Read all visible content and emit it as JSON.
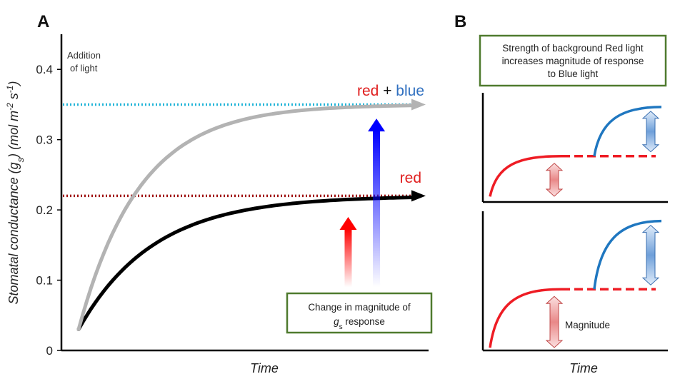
{
  "chart_data": [
    {
      "panel": "A",
      "type": "line",
      "xlabel": "Time",
      "ylabel_main": "Stomatal conductance (",
      "ylabel_sym": "g",
      "ylabel_sub": "s",
      "ylabel_units": ") (mol m",
      "ylabel_exp1": "-2",
      "ylabel_mid": " s",
      "ylabel_exp2": "-1",
      "ylabel_end": ")",
      "ylim": [
        0,
        0.45
      ],
      "yticks": [
        "0",
        "0.1",
        "0.2",
        "0.3",
        "0.4"
      ],
      "ytick_values": [
        0,
        0.1,
        0.2,
        0.3,
        0.4
      ],
      "x_range": [
        0,
        10
      ],
      "series": [
        {
          "name": "red",
          "color": "#000000",
          "start": 0.03,
          "plateau": 0.22,
          "rate": 0.45
        },
        {
          "name": "red + blue",
          "color": "#b3b3b3",
          "start": 0.03,
          "plateau": 0.35,
          "rate": 0.55
        }
      ],
      "reference_lines": [
        {
          "y": 0.35,
          "color": "#22b5d8"
        },
        {
          "y": 0.22,
          "color": "#a01010"
        }
      ],
      "annotations": {
        "addition_line1": "Addition",
        "addition_line2": "of light",
        "label_red_word": "red",
        "label_plus": " + ",
        "label_blue_word": "blue",
        "label_red_only": "red",
        "callout_line1": "Change in magnitude of",
        "callout_sym": "g",
        "callout_sub": "s",
        "callout_rest": " response"
      },
      "arrows": [
        {
          "name": "red",
          "x": 8.1,
          "from": 0.09,
          "to": 0.19,
          "color": "#ff0000"
        },
        {
          "name": "blue",
          "x": 8.95,
          "from": 0.09,
          "to": 0.33,
          "color": "#0000ff"
        }
      ],
      "colors": {
        "red_text": "#e02020",
        "blue_text": "#3070c0",
        "callout_border": "#4f7a2e"
      }
    },
    {
      "panel": "B",
      "type": "line",
      "xlabel": "Time",
      "callout_line1": "Strength of background Red light",
      "callout_line2": "increases magnitude of response",
      "callout_line3": "to Blue light",
      "magnitude_label": "Magnitude",
      "subplots": [
        {
          "name": "top",
          "red_start": 0.05,
          "red_plateau": 0.42,
          "blue_start": 0.42,
          "blue_plateau": 0.87
        },
        {
          "name": "bottom",
          "red_start": 0.02,
          "red_plateau": 0.44,
          "blue_start": 0.44,
          "blue_plateau": 0.93
        }
      ],
      "colors": {
        "red": "#ee1c24",
        "blue": "#1f77c0",
        "axis": "#000000"
      }
    }
  ]
}
